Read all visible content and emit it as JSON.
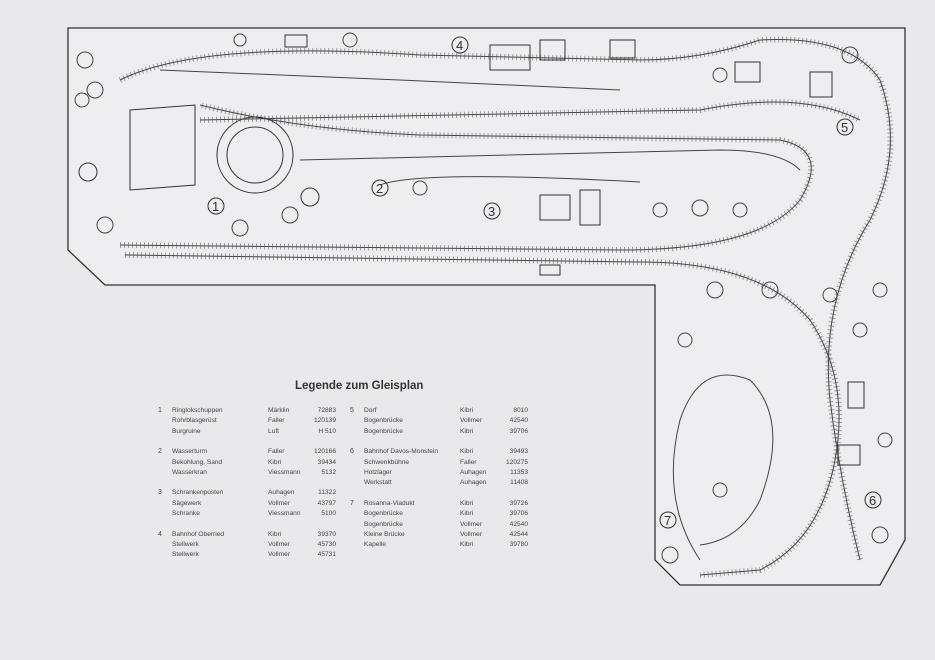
{
  "legend": {
    "title": "Legende zum Gleisplan",
    "groups": [
      {
        "no": "1",
        "items": [
          [
            "Ringlokschuppen",
            "Märklin",
            "72883"
          ],
          [
            "Rohrblasgerüst",
            "Faller",
            "120139"
          ],
          [
            "Burgruine",
            "Luft",
            "H 510"
          ]
        ]
      },
      {
        "no": "2",
        "items": [
          [
            "Wasserturm",
            "Faller",
            "120166"
          ],
          [
            "Bekohlung, Sand",
            "Kibri",
            "39434"
          ],
          [
            "Wasserkran",
            "Viessmann",
            "5132"
          ]
        ]
      },
      {
        "no": "3",
        "items": [
          [
            "Schrankenposten",
            "Auhagen",
            "11322"
          ],
          [
            "Sägewerk",
            "Vollmer",
            "43797"
          ],
          [
            "Schranke",
            "Viessmann",
            "5100"
          ]
        ]
      },
      {
        "no": "4",
        "items": [
          [
            "Bahnhof Oberried",
            "Kibri",
            "39370"
          ],
          [
            "Stellwerk",
            "Vollmer",
            "45730"
          ],
          [
            "Stellwerk",
            "Vollmer",
            "45731"
          ]
        ]
      },
      {
        "no": "5",
        "items": [
          [
            "Dorf",
            "Kibri",
            "8010"
          ],
          [
            "Bogenbrücke",
            "Vollmer",
            "42540"
          ],
          [
            "Bogenbrücke",
            "Kibri",
            "39706"
          ]
        ]
      },
      {
        "no": "6",
        "items": [
          [
            "Bahnhof Davos-Monstein",
            "Kibri",
            "39493"
          ],
          [
            "Schwenkbühne",
            "Faller",
            "120275"
          ],
          [
            "Holzlager",
            "Auhagen",
            "11353"
          ],
          [
            "Werkstatt",
            "Auhagen",
            "11408"
          ]
        ]
      },
      {
        "no": "7",
        "items": [
          [
            "Rosanna-Viadukt",
            "Kibri",
            "39726"
          ],
          [
            "Bogenbrücke",
            "Kibri",
            "39706"
          ],
          [
            "Bogenbrücke",
            "Vollmer",
            "42540"
          ],
          [
            "Kleine Brücke",
            "Vollmer",
            "42544"
          ],
          [
            "Kapelle",
            "Kibri",
            "39780"
          ]
        ]
      }
    ]
  },
  "plan_markers": [
    "1",
    "2",
    "3",
    "4",
    "5",
    "6",
    "7"
  ]
}
